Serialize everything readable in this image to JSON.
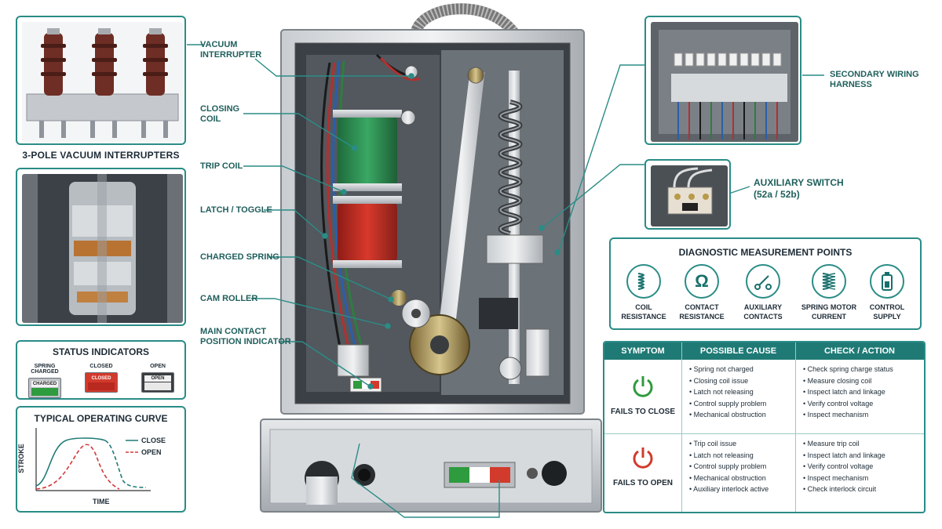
{
  "callouts": {
    "vacuum_interrupter": [
      "VACUUM",
      "INTERRUPTER"
    ],
    "closing_coil": [
      "CLOSING",
      "COIL"
    ],
    "trip_coil": "TRIP COIL",
    "latch_toggle": "LATCH / TOGGLE",
    "charged_spring": "CHARGED SPRING",
    "cam_roller": "CAM ROLLER",
    "main_contact": [
      "MAIN CONTACT",
      "POSITION INDICATOR"
    ],
    "secondary_wiring": [
      "SECONDARY WIRING",
      "HARNESS"
    ],
    "auxiliary_switch": [
      "AUXILIARY SWITCH",
      "(52a / 52b)"
    ]
  },
  "inset_vacuum": {
    "caption": "3-POLE VACUUM INTERRUPTERS"
  },
  "status": {
    "title": "STATUS INDICATORS",
    "items": [
      {
        "label": "SPRING CHARGED",
        "flag_text": "CHARGED",
        "color": "#2e9b3e"
      },
      {
        "label": "CLOSED",
        "flag_text": "CLOSED",
        "color": "#d23a2c"
      },
      {
        "label": "OPEN",
        "flag_text": "OPEN",
        "color": "#e8e8e8"
      }
    ]
  },
  "curve": {
    "title": "TYPICAL OPERATING CURVE",
    "ylabel": "STROKE",
    "xlabel": "TIME",
    "legend": [
      {
        "name": "CLOSE",
        "color": "#1f7a75",
        "style": "solid-then-dashed"
      },
      {
        "name": "OPEN",
        "color": "#d23a3a",
        "style": "dashed"
      }
    ]
  },
  "diagnostics": {
    "title": "DIAGNOSTIC MEASUREMENT POINTS",
    "items": [
      {
        "icon": "coil-icon",
        "label": [
          "COIL",
          "RESISTANCE"
        ]
      },
      {
        "icon": "ohm-icon",
        "label": [
          "CONTACT",
          "RESISTANCE"
        ]
      },
      {
        "icon": "auxiliary-contact-icon",
        "label": [
          "AUXILIARY",
          "CONTACTS"
        ]
      },
      {
        "icon": "spring-motor-icon",
        "label": [
          "SPRING MOTOR",
          "CURRENT"
        ]
      },
      {
        "icon": "battery-icon",
        "label": [
          "CONTROL",
          "SUPPLY"
        ]
      }
    ]
  },
  "troubleshooting": {
    "headers": [
      "SYMPTOM",
      "POSSIBLE CAUSE",
      "CHECK / ACTION"
    ],
    "rows": [
      {
        "symptom": "FAILS TO CLOSE",
        "icon_color": "#2e9b3e",
        "causes": [
          "Spring not charged",
          "Closing coil issue",
          "Latch not releasing",
          "Control supply problem",
          "Mechanical obstruction"
        ],
        "actions": [
          "Check spring charge status",
          "Measure closing coil",
          "Inspect latch and linkage",
          "Verify control voltage",
          "Inspect mechanism"
        ]
      },
      {
        "symptom": "FAILS TO OPEN",
        "icon_color": "#d23a2c",
        "causes": [
          "Trip coil issue",
          "Latch not releasing",
          "Control supply problem",
          "Mechanical obstruction",
          "Auxiliary interlock active"
        ],
        "actions": [
          "Measure trip coil",
          "Inspect latch and linkage",
          "Verify control voltage",
          "Inspect mechanism",
          "Check interlock circuit"
        ]
      }
    ]
  },
  "colors": {
    "accent": "#2a8c86",
    "header": "#1f7a75",
    "close_green": "#2e9b3e",
    "trip_red": "#d23a2c"
  }
}
